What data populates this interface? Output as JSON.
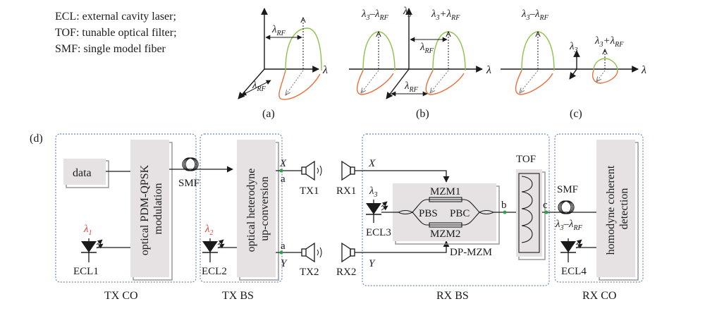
{
  "legend": [
    "ECL: external cavity laser;",
    "TOF: tunable optical filter;",
    "SMF: single model fiber"
  ],
  "spectra": {
    "lambda": "λ",
    "lambda3": "λ",
    "sub3": "3",
    "sub_rf": "RF",
    "minus": "–",
    "plus": "+",
    "captions": [
      "(a)",
      "(b)",
      "(c)"
    ]
  },
  "diagram": {
    "panel_label": "(d)",
    "sections": [
      "TX CO",
      "TX BS",
      "RX BS",
      "RX CO"
    ],
    "data_box": "data",
    "modulation_box": [
      "optical PDM-QPSK",
      "modulation"
    ],
    "upconversion_box": [
      "optical heterodyne",
      "up-conversion"
    ],
    "detection_box": [
      "homodyne coherent",
      "detection"
    ],
    "smf": "SMF",
    "ecl": [
      "ECL1",
      "ECL2",
      "ECL3",
      "ECL4"
    ],
    "lambda1": "λ",
    "sub1": "1",
    "lambda2": "λ",
    "sub2": "2",
    "lambda3": "λ",
    "sub3": "3",
    "lambda_rx": "λ",
    "sub_rf": "RF",
    "x_pol": "X",
    "y_pol": "Y",
    "point_a": "a",
    "point_b": "b",
    "point_c": "c",
    "tx": [
      "TX1",
      "TX2"
    ],
    "rx": [
      "RX1",
      "RX2"
    ],
    "mzm": [
      "MZM1",
      "MZM2"
    ],
    "pbs": "PBS",
    "pbc": "PBC",
    "dp_mzm": "DP-MZM",
    "tof": "TOF"
  },
  "colors": {
    "green_spectrum": "#8bc34a",
    "orange_spectrum": "#e8703a",
    "red_label": "#e53935",
    "box_fill": "#e6e2e3",
    "dash_border": "#6d89b8",
    "node_green": "#2ea04a"
  }
}
